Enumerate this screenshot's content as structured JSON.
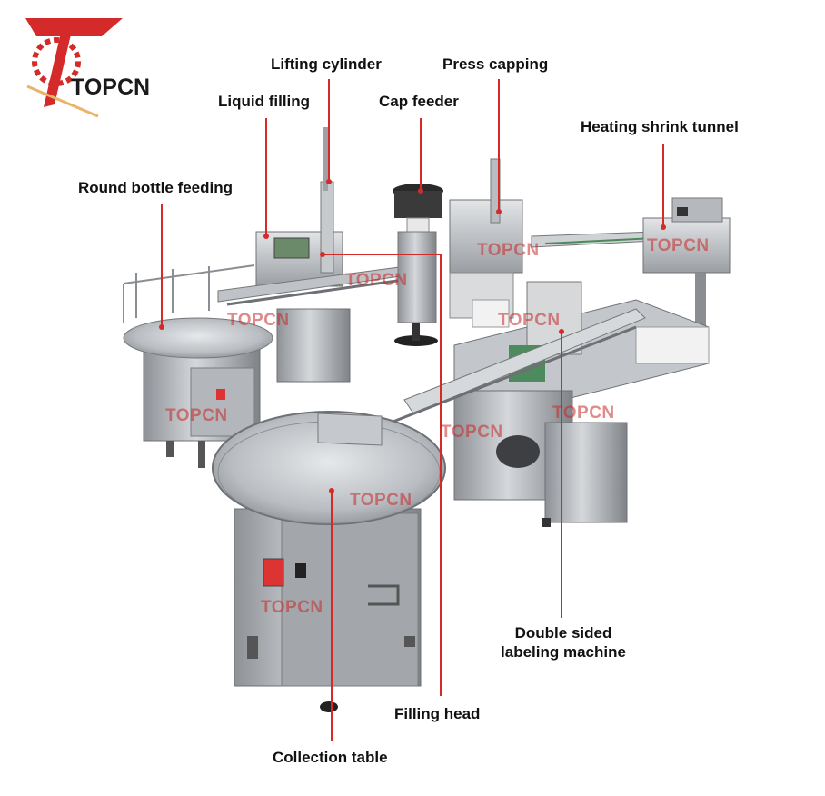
{
  "brand": {
    "name": "TOPCN",
    "accent_color": "#d42a2a",
    "logo_icon": "topcn-gear-logo-icon"
  },
  "labels": {
    "lifting_cylinder": "Lifting cylinder",
    "press_capping": "Press capping",
    "liquid_filling": "Liquid filling",
    "cap_feeder": "Cap feeder",
    "heating_shrink_tunnel": "Heating shrink tunnel",
    "round_bottle_feeding": "Round bottle feeding",
    "double_sided_labeling_line1": "Double sided",
    "double_sided_labeling_line2": "labeling machine",
    "filling_head": "Filling head",
    "collection_table": "Collection table"
  },
  "watermark": "TOPCN",
  "colors": {
    "leader_line": "#d42a2a",
    "steel_light": "#c9ccd0",
    "steel_mid": "#9fa3a8",
    "steel_dark": "#6d7176"
  }
}
